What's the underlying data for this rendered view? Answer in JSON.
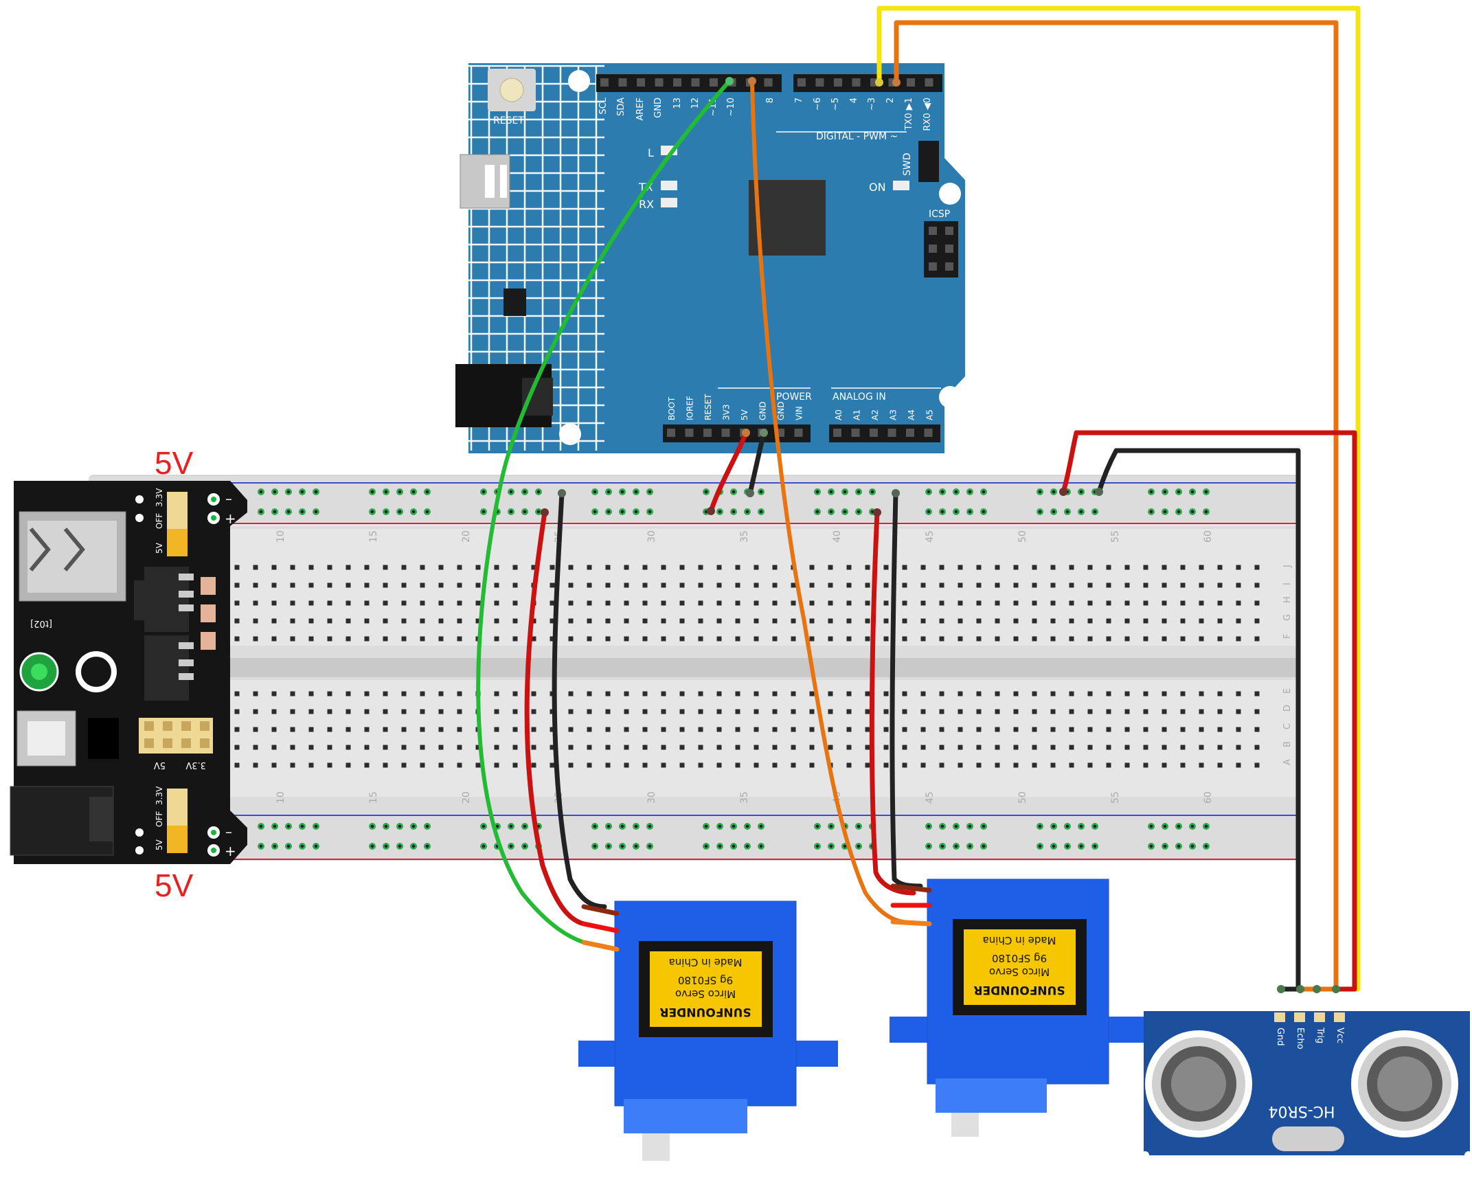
{
  "power_module": {
    "top_voltage": "5V",
    "bottom_voltage": "5V",
    "jumper_top": [
      "3.3V",
      "OFF",
      "5V"
    ],
    "jumper_bottom": [
      "3.3V",
      "OFF",
      "5V"
    ],
    "rail_signs": [
      "–",
      "+"
    ],
    "header_labels": [
      "5V",
      "3.3V"
    ],
    "usb_mark": "[t02]"
  },
  "arduino": {
    "reset_label": "RESET",
    "top_header_pins": [
      "SCL",
      "SDA",
      "AREF",
      "GND",
      "13",
      "12",
      "~11",
      "~10",
      "8",
      "7",
      "~6",
      "~5",
      "4",
      "~3",
      "2",
      "TX0 ▶1",
      "RX0 ◀0"
    ],
    "digital_label": "DIGITAL - PWM ~",
    "swd_label": "SWD",
    "icsp_label": "ICSP",
    "led_l": "L",
    "led_tx": "TX",
    "led_rx": "RX",
    "led_on": "ON",
    "power_label": "POWER",
    "analog_label": "ANALOG IN",
    "power_pins": [
      "BOOT",
      "IOREF",
      "RESET",
      "3V3",
      "5V",
      "GND",
      "GND",
      "VIN"
    ],
    "analog_pins": [
      "A0",
      "A1",
      "A2",
      "A3",
      "A4",
      "A5"
    ]
  },
  "breadboard": {
    "column_numbers": [
      "10",
      "15",
      "20",
      "25",
      "30",
      "35",
      "40",
      "45",
      "50",
      "55",
      "60"
    ],
    "row_letters_top": [
      "J",
      "I",
      "H",
      "G",
      "F"
    ],
    "row_letters_bottom": [
      "E",
      "D",
      "C",
      "B",
      "A"
    ]
  },
  "servo": {
    "brand": "SUNFOUNDER",
    "model_line1": "Mirco Servo",
    "model_line2": "9g SF0180",
    "origin": "Made in China"
  },
  "ultrasonic": {
    "name": "HC-SR04",
    "pins": [
      "Gnd",
      "Echo",
      "Trig",
      "Vcc"
    ]
  },
  "wire_colors": {
    "red": "#cc1111",
    "black": "#222222",
    "green": "#22bb33",
    "orange": "#e8730f",
    "yellow": "#f5e50f"
  },
  "colors": {
    "board_blue": "#2c7cb0",
    "servo_blue": "#1f5fe8",
    "sensor_blue": "#1c4f9c",
    "label_red": "#e82020"
  }
}
